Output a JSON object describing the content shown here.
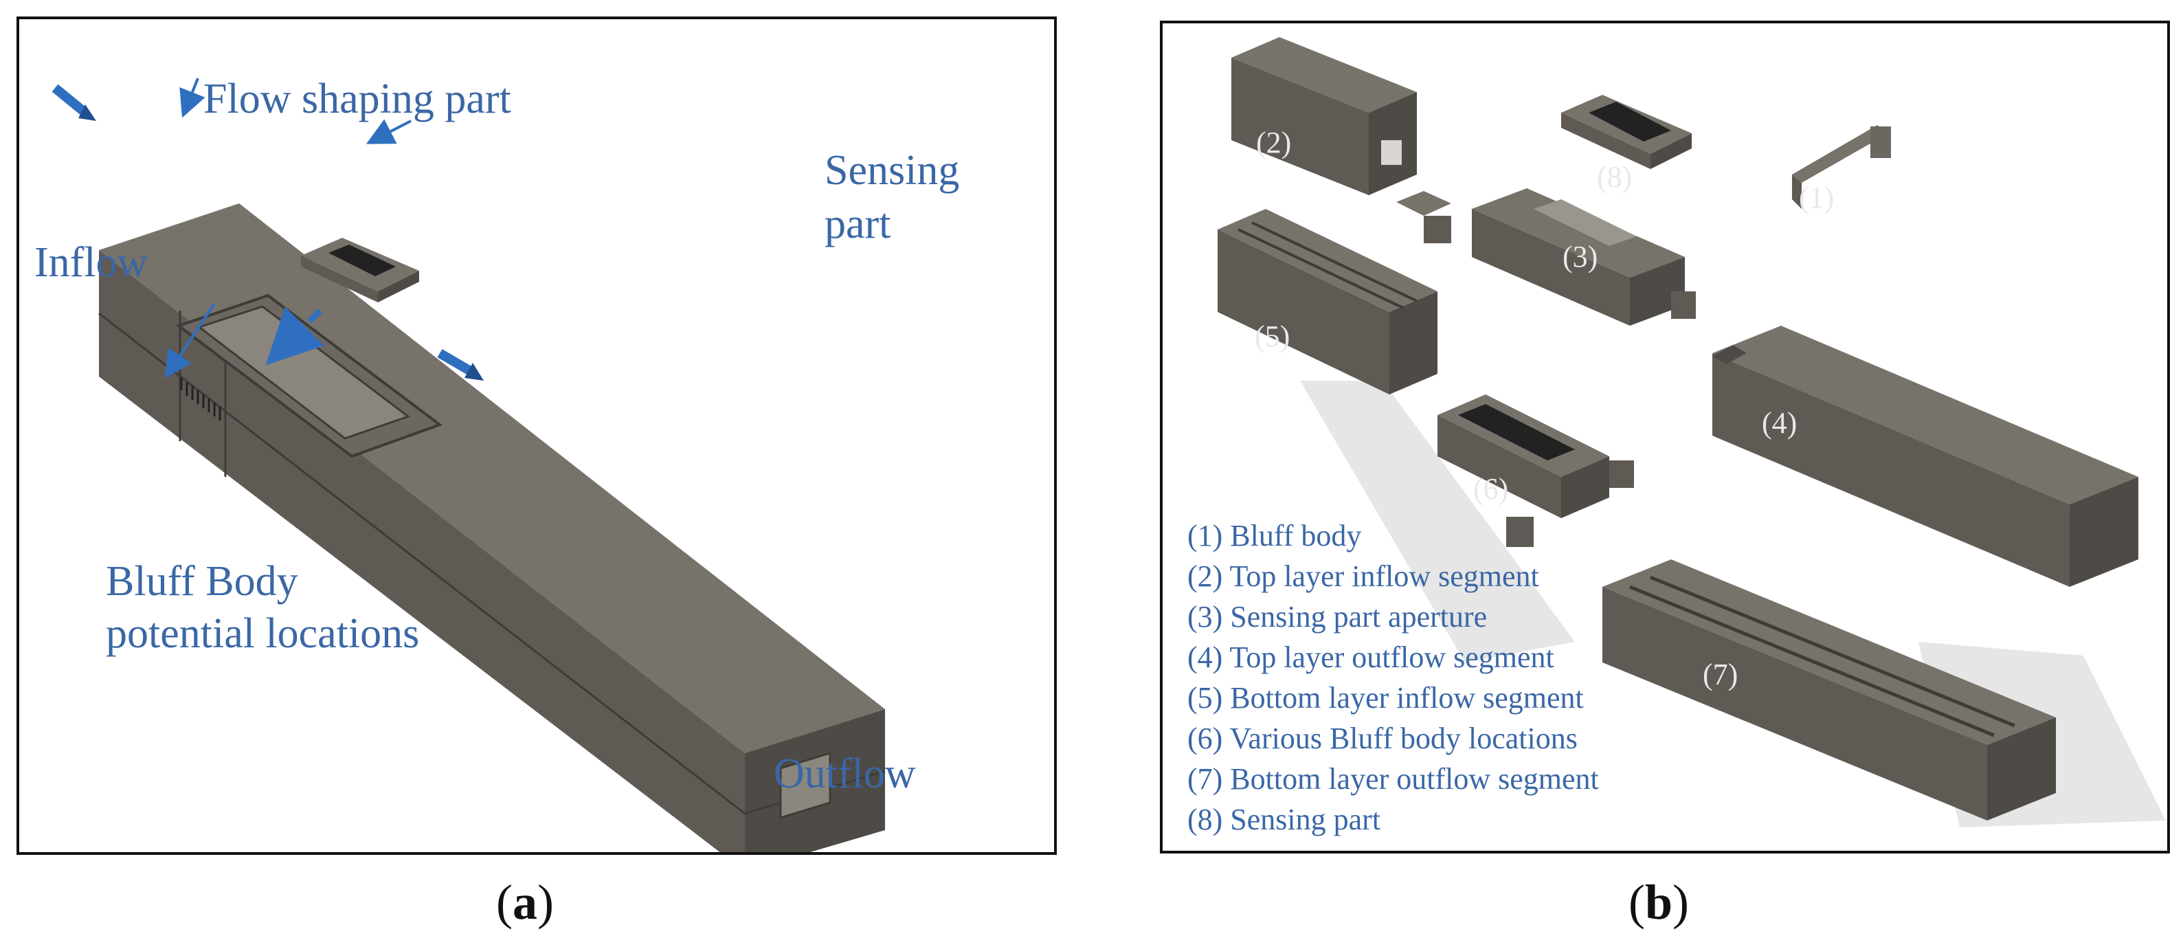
{
  "panel_a": {
    "labels": {
      "flow_shaping": "Flow shaping part",
      "sensing_line1": "Sensing",
      "sensing_line2": "part",
      "inflow": "Inflow",
      "bluff_line1": "Bluff Body",
      "bluff_line2": "potential locations",
      "outflow": "Outflow"
    },
    "caption_letter": "a"
  },
  "panel_b": {
    "callouts": [
      "(1)",
      "(2)",
      "(3)",
      "(4)",
      "(5)",
      "(6)",
      "(7)",
      "(8)"
    ],
    "legend": [
      "(1) Bluff body",
      "(2) Top layer inflow segment",
      "(3) Sensing part aperture",
      "(4) Top layer outflow segment",
      "(5) Bottom layer inflow segment",
      "(6) Various Bluff body locations",
      "(7) Bottom layer outflow segment",
      "(8) Sensing part"
    ],
    "caption_letter": "b"
  },
  "colors": {
    "part_top": "#77726a",
    "part_left": "#5f5a54",
    "part_right": "#4e4a45",
    "label_blue": "#3a67a6",
    "arrow_blue": "#2f6fc0"
  }
}
